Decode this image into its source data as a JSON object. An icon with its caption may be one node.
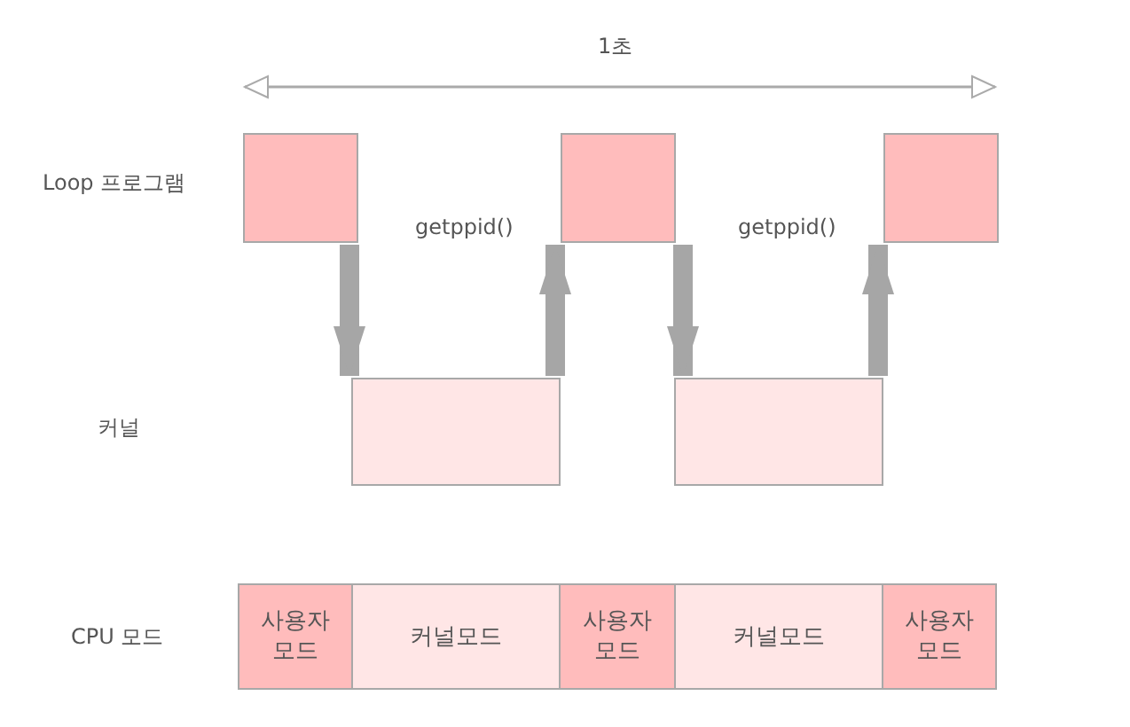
{
  "diagram": {
    "nodes": [
      {
        "text": [],
        "shape": "box"
      },
      {
        "text": [],
        "shape": "box"
      },
      {
        "text": [],
        "shape": "box"
      },
      {
        "text": [],
        "shape": "box"
      },
      {
        "text": [],
        "shape": "box"
      },
      {
        "text": [
          "사용자 모드"
        ]
      },
      {
        "text": [
          "커널모드"
        ]
      },
      {
        "text": [
          "사용자 모드"
        ]
      },
      {
        "text": [
          "커널모드"
        ]
      },
      {
        "text": [
          "사용자 모드"
        ]
      }
    ],
    "edges": [
      {
        "from": 0,
        "to": 3,
        "arrow": "to"
      },
      {
        "from": 3,
        "to": 1,
        "arrow": "to"
      },
      {
        "from": 1,
        "to": 4,
        "arrow": "to"
      },
      {
        "from": 4,
        "to": 2,
        "arrow": "to"
      }
    ],
    "labels": [
      "1초",
      "Loop 프로그램",
      "getppid()",
      "getppid()",
      "커널",
      "CPU 모드"
    ]
  }
}
